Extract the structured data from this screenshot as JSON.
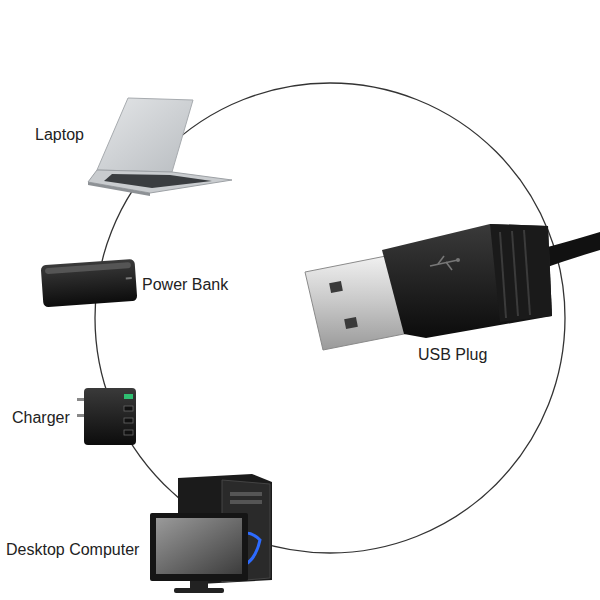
{
  "diagram": {
    "labels": [
      "Laptop",
      "Power Bank",
      "Charger",
      "Desktop Computer",
      "USB Plug"
    ]
  }
}
